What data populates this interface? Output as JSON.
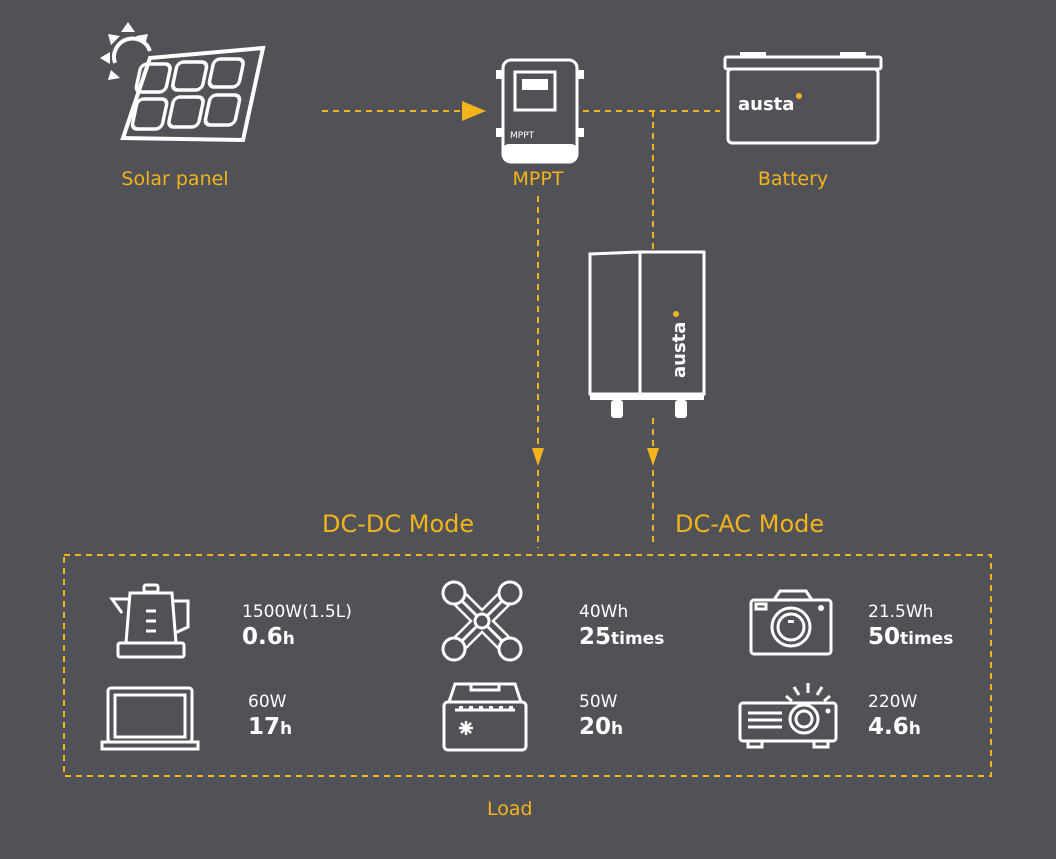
{
  "components": {
    "solar_panel": "Solar panel",
    "mppt": "MPPT",
    "mppt_device_label": "MPPT",
    "battery": "Battery",
    "brand": "austa"
  },
  "modes": {
    "dc_dc": "DC-DC Mode",
    "dc_ac": "DC-AC Mode"
  },
  "load_label": "Load",
  "loads": [
    {
      "icon": "kettle-icon",
      "spec": "1500W(1.5L)",
      "value": "0.6",
      "unit": "h"
    },
    {
      "icon": "drone-icon",
      "spec": "40Wh",
      "value": "25",
      "unit": "times"
    },
    {
      "icon": "camera-icon",
      "spec": "21.5Wh",
      "value": "50",
      "unit": "times"
    },
    {
      "icon": "laptop-icon",
      "spec": "60W",
      "value": "17",
      "unit": "h"
    },
    {
      "icon": "cooler-icon",
      "spec": "50W",
      "value": "20",
      "unit": "h"
    },
    {
      "icon": "projector-icon",
      "spec": "220W",
      "value": "4.6",
      "unit": "h"
    }
  ],
  "colors": {
    "background": "#515257",
    "accent": "#f3b31b",
    "line": "#ffffff"
  }
}
